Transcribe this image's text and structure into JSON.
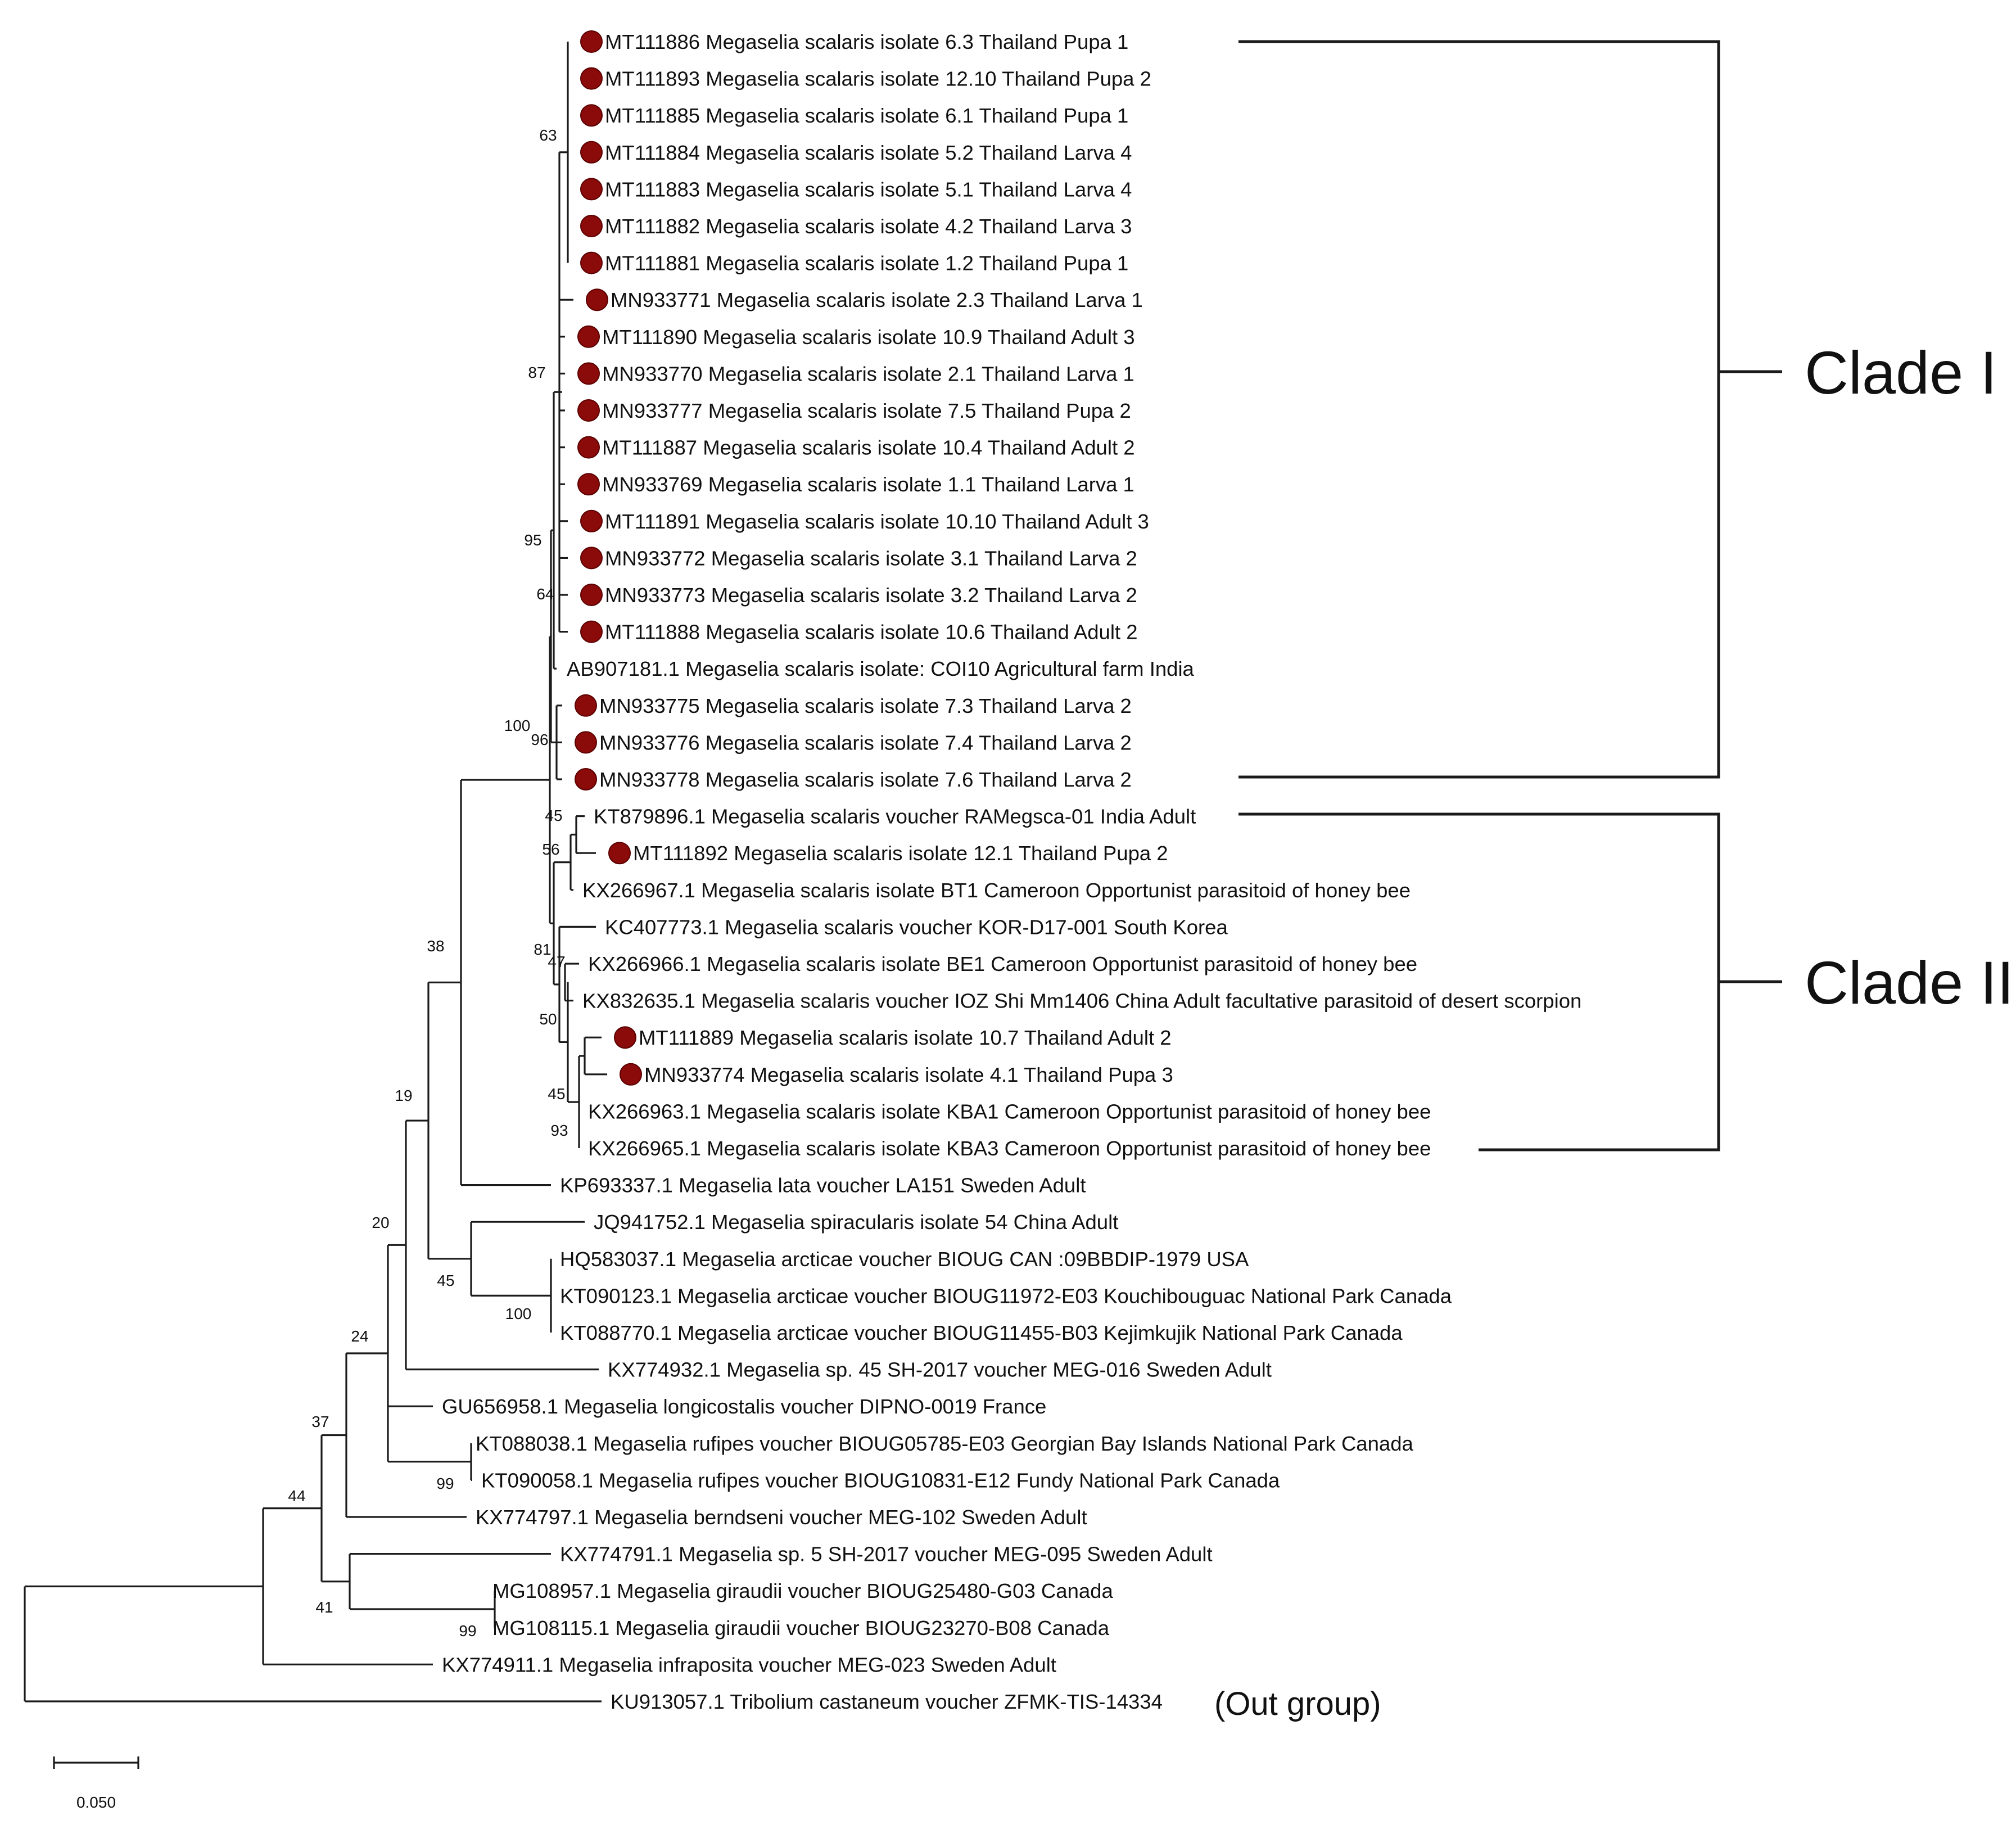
{
  "tree": {
    "leaves": [
      {
        "label": "MT111886 Megaselia scalaris isolate 6.3 Thailand Pupa 1",
        "marked": true
      },
      {
        "label": "MT111893 Megaselia scalaris isolate 12.10 Thailand Pupa 2",
        "marked": true
      },
      {
        "label": "MT111885 Megaselia scalaris isolate 6.1 Thailand Pupa 1",
        "marked": true
      },
      {
        "label": "MT111884 Megaselia scalaris isolate 5.2 Thailand Larva 4",
        "marked": true
      },
      {
        "label": "MT111883 Megaselia scalaris isolate 5.1 Thailand Larva 4",
        "marked": true
      },
      {
        "label": "MT111882 Megaselia scalaris isolate 4.2 Thailand Larva 3",
        "marked": true
      },
      {
        "label": "MT111881 Megaselia scalaris isolate 1.2 Thailand Pupa 1",
        "marked": true
      },
      {
        "label": "MN933771 Megaselia scalaris isolate 2.3 Thailand Larva 1",
        "marked": true
      },
      {
        "label": "MT111890 Megaselia scalaris isolate 10.9 Thailand Adult 3",
        "marked": true
      },
      {
        "label": "MN933770 Megaselia scalaris isolate 2.1 Thailand Larva 1",
        "marked": true
      },
      {
        "label": "MN933777 Megaselia scalaris isolate 7.5 Thailand Pupa 2",
        "marked": true
      },
      {
        "label": "MT111887 Megaselia scalaris isolate 10.4 Thailand Adult 2",
        "marked": true
      },
      {
        "label": "MN933769 Megaselia scalaris isolate 1.1 Thailand Larva 1",
        "marked": true
      },
      {
        "label": "MT111891 Megaselia scalaris isolate 10.10 Thailand Adult 3",
        "marked": true
      },
      {
        "label": "MN933772 Megaselia scalaris isolate 3.1 Thailand Larva 2",
        "marked": true
      },
      {
        "label": "MN933773 Megaselia scalaris isolate 3.2 Thailand Larva 2",
        "marked": true
      },
      {
        "label": "MT111888 Megaselia scalaris isolate 10.6 Thailand Adult 2",
        "marked": true
      },
      {
        "label": "AB907181.1 Megaselia scalaris isolate: COI10 Agricultural farm India",
        "marked": false
      },
      {
        "label": "MN933775 Megaselia scalaris isolate 7.3 Thailand Larva 2",
        "marked": true
      },
      {
        "label": "MN933776 Megaselia scalaris isolate 7.4 Thailand Larva 2",
        "marked": true
      },
      {
        "label": "MN933778 Megaselia scalaris isolate 7.6 Thailand Larva 2",
        "marked": true
      },
      {
        "label": "KT879896.1 Megaselia scalaris voucher RAMegsca-01 India Adult",
        "marked": false
      },
      {
        "label": "MT111892 Megaselia scalaris isolate 12.1 Thailand Pupa 2",
        "marked": true
      },
      {
        "label": "KX266967.1 Megaselia scalaris isolate BT1 Cameroon Opportunist parasitoid of honey bee",
        "marked": false
      },
      {
        "label": "KC407773.1 Megaselia scalaris voucher KOR-D17-001 South Korea",
        "marked": false
      },
      {
        "label": "KX266966.1 Megaselia scalaris isolate BE1 Cameroon Opportunist parasitoid of honey bee",
        "marked": false
      },
      {
        "label": "KX832635.1 Megaselia scalaris voucher IOZ Shi Mm1406 China Adult facultative parasitoid of desert scorpion",
        "marked": false
      },
      {
        "label": "MT111889 Megaselia scalaris isolate 10.7 Thailand Adult 2",
        "marked": true
      },
      {
        "label": "MN933774 Megaselia scalaris isolate 4.1 Thailand Pupa 3",
        "marked": true
      },
      {
        "label": "KX266963.1 Megaselia scalaris isolate KBA1 Cameroon Opportunist parasitoid of honey bee",
        "marked": false
      },
      {
        "label": "KX266965.1 Megaselia scalaris isolate KBA3 Cameroon Opportunist parasitoid of honey bee",
        "marked": false
      },
      {
        "label": "KP693337.1 Megaselia lata voucher LA151 Sweden Adult",
        "marked": false
      },
      {
        "label": "JQ941752.1 Megaselia spiracularis isolate 54 China Adult",
        "marked": false
      },
      {
        "label": "HQ583037.1 Megaselia arcticae voucher BIOUG CAN :09BBDIP-1979 USA",
        "marked": false
      },
      {
        "label": "KT090123.1 Megaselia arcticae voucher BIOUG11972-E03 Kouchibouguac National Park Canada",
        "marked": false
      },
      {
        "label": "KT088770.1 Megaselia arcticae voucher BIOUG11455-B03 Kejimkujik National Park Canada",
        "marked": false
      },
      {
        "label": "KX774932.1 Megaselia sp. 45 SH-2017 voucher MEG-016 Sweden Adult",
        "marked": false
      },
      {
        "label": "GU656958.1 Megaselia longicostalis voucher DIPNO-0019 France",
        "marked": false
      },
      {
        "label": "KT088038.1 Megaselia rufipes voucher BIOUG05785-E03 Georgian Bay Islands National Park Canada",
        "marked": false
      },
      {
        "label": "KT090058.1 Megaselia rufipes voucher BIOUG10831-E12 Fundy National Park Canada",
        "marked": false
      },
      {
        "label": "KX774797.1 Megaselia berndseni voucher MEG-102 Sweden Adult",
        "marked": false
      },
      {
        "label": "KX774791.1 Megaselia sp. 5 SH-2017 voucher MEG-095 Sweden Adult",
        "marked": false
      },
      {
        "label": "MG108957.1 Megaselia giraudii voucher BIOUG25480-G03 Canada",
        "marked": false
      },
      {
        "label": "MG108115.1 Megaselia giraudii voucher BIOUG23270-B08 Canada",
        "marked": false
      },
      {
        "label": "KX774911.1 Megaselia infraposita voucher MEG-023 Sweden Adult",
        "marked": false
      },
      {
        "label": "KU913057.1 Tribolium castaneum voucher ZFMK-TIS-14334",
        "marked": false
      }
    ],
    "bootstrap": [
      "63",
      "87",
      "95",
      "64",
      "100",
      "96",
      "45",
      "56",
      "81",
      "47",
      "50",
      "45",
      "93",
      "38",
      "19",
      "20",
      "45",
      "100",
      "24",
      "99",
      "37",
      "44",
      "41",
      "99"
    ],
    "clades": [
      {
        "name": "Clade I"
      },
      {
        "name": "Clade II"
      }
    ],
    "outgroup_note": "(Out group)",
    "scale_bar": {
      "label": "0.050",
      "value": 0.05
    },
    "marker_color": "#8b0a0a",
    "line_color": "#1a1a1a"
  }
}
